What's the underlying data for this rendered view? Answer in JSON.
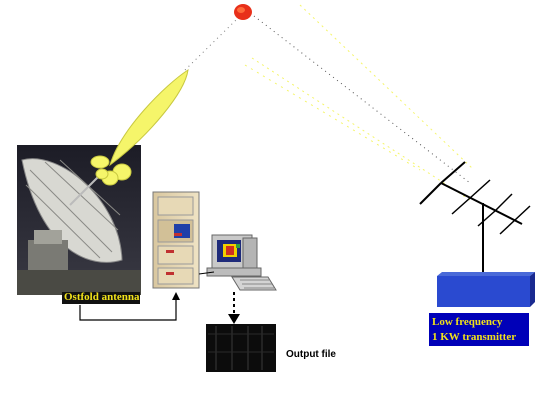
{
  "labels": {
    "antenna": "Ostfold antenna",
    "output": "Output file",
    "transmitter_line1": "Low frequency",
    "transmitter_line2": "1 KW transmitter"
  },
  "colors": {
    "beam_yellow": "#f5f56a",
    "target_red": "#e8301a",
    "label_yellow": "#f1e21a",
    "transmitter_blue": "#0000b8",
    "link_black": "#000000"
  },
  "icons": [
    "radar-dish-icon",
    "target-blob-icon",
    "server-rack-icon",
    "computer-icon",
    "yagi-antenna-icon",
    "output-file-icon"
  ]
}
